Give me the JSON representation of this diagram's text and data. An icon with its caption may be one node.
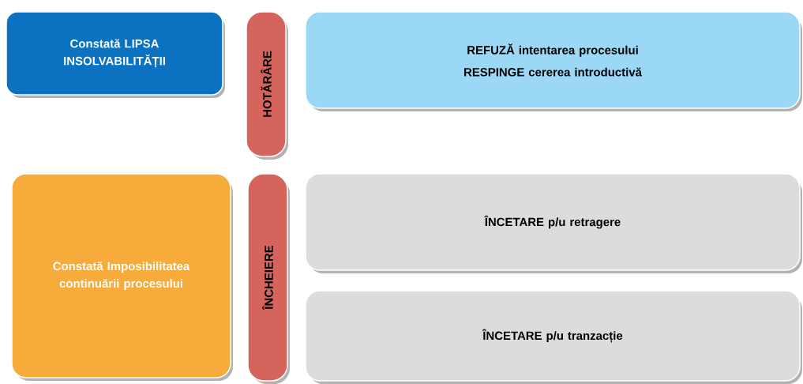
{
  "diagram": {
    "nodes": [
      {
        "text": [
          "Constată LIPSA INSOLVABILITĂȚII"
        ]
      },
      {
        "text": [
          "HOTĂRÂRE"
        ]
      },
      {
        "text": [
          "REFUZĂ intentarea procesului",
          "RESPINGE cererea introductivă"
        ]
      },
      {
        "text": [
          "Constată Imposibilitatea continuării procesului"
        ]
      },
      {
        "text": [
          "ÎNCHEIERE"
        ]
      },
      {
        "text": [
          "ÎNCETARE p/u retragere"
        ]
      },
      {
        "text": [
          "ÎNCETARE p/u tranzacție"
        ]
      }
    ]
  }
}
